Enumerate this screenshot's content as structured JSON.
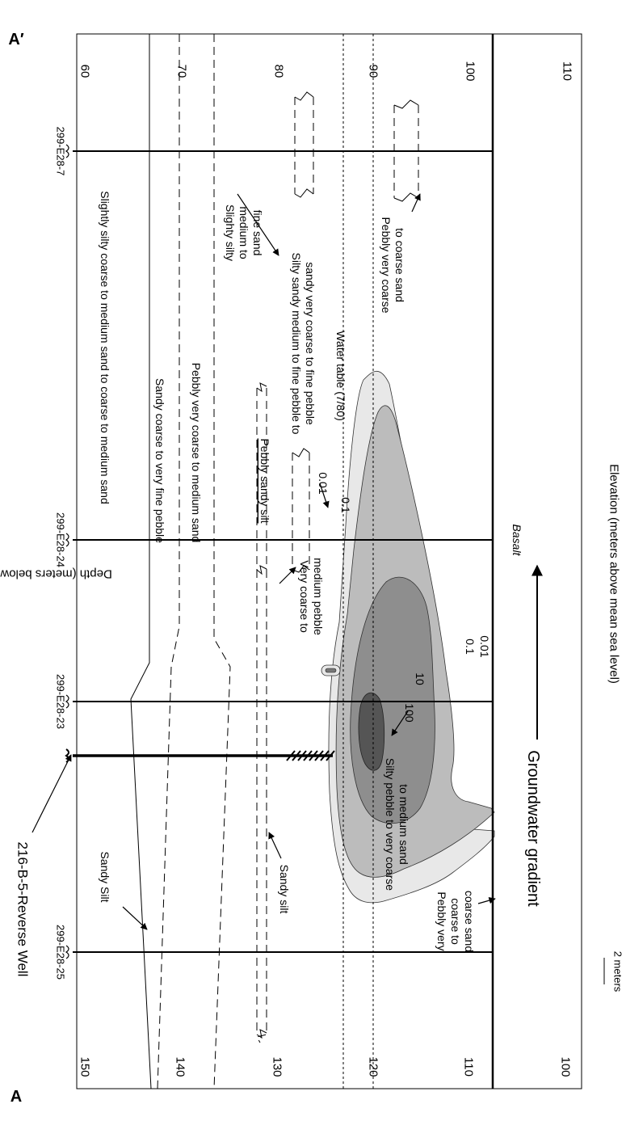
{
  "section": {
    "start": "A",
    "end": "A′"
  },
  "left_axis": {
    "label": "Elevation (meters above mean sea level)",
    "ticks": [
      "150",
      "140",
      "130",
      "120",
      "110",
      "100"
    ]
  },
  "right_axis": {
    "label": "Depth (meters below ground surface)",
    "ticks": [
      "60",
      "70",
      "80",
      "90",
      "100",
      "110"
    ]
  },
  "wells": [
    "299-E28-25",
    "299-E28-23",
    "299-E28-24",
    "299-E28-7"
  ],
  "reverse_well": "216-B-5-Reverse Well",
  "layers": {
    "l1": "Slightly silty coarse to medium sand to coarse to medium sand",
    "l2": "Sandy coarse to very fine pebble",
    "l3": "Pebbly very coarse to medium sand",
    "sandy_silt_top": "Sandy Silt",
    "sandy_silt": "Sandy silt",
    "pebbly_sandy_silt": "Pebbly sandy silt",
    "slightly_silty_1": "Slighty silty",
    "slightly_silty_2": "medium to",
    "slightly_silty_3": "fine sand",
    "very_coarse_1": "Very coarse to",
    "very_coarse_2": "medium pebble",
    "silty_sandy_1": "Silty sandy medium to fine pebble to",
    "silty_sandy_2": "sandy very coarse to fine pebble",
    "water_table": "Water table (7/80)",
    "pvcs_right_1": "Pebbly very coarse",
    "pvcs_right_2": "to coarse sand",
    "silty_pebble_1": "Silty pebble to very coarse",
    "silty_pebble_2": "to medium sand",
    "pvcs_left_1": "Pebbly very",
    "pvcs_left_2": "coarse to",
    "pvcs_left_3": "coarse sand",
    "basalt": "Basalt"
  },
  "contours": {
    "c100": "100",
    "c10": "10",
    "c01": "0.1",
    "c001": "0.01",
    "c001b": "0.01",
    "c01b": "0.1"
  },
  "gradient_label": "Groundwater gradient",
  "scale_label": "2 meters"
}
